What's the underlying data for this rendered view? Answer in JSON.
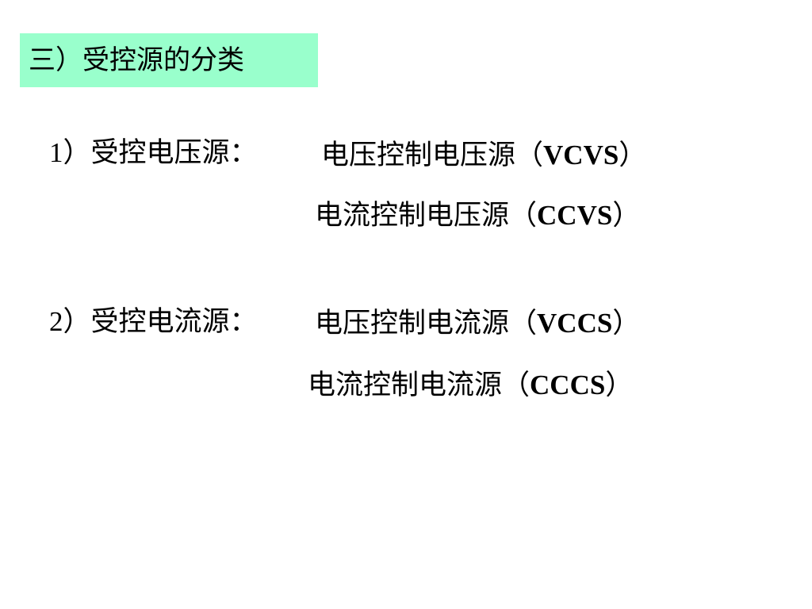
{
  "title": "三）受控源的分类",
  "categories": [
    {
      "number": "1",
      "label": "）受控电压源：",
      "items": [
        {
          "name": "电压控制电压源",
          "open": "（",
          "abbr": "VCVS",
          "close": "）"
        },
        {
          "name": "电流控制电压源",
          "open": "（",
          "abbr": "CCVS",
          "close": "）"
        }
      ]
    },
    {
      "number": "2",
      "label": "）受控电流源：",
      "items": [
        {
          "name": "电压控制电流源",
          "open": "（",
          "abbr": "VCCS",
          "close": "）"
        },
        {
          "name": "电流控制电流源",
          "open": "（",
          "abbr": "CCCS",
          "close": "）"
        }
      ]
    }
  ]
}
